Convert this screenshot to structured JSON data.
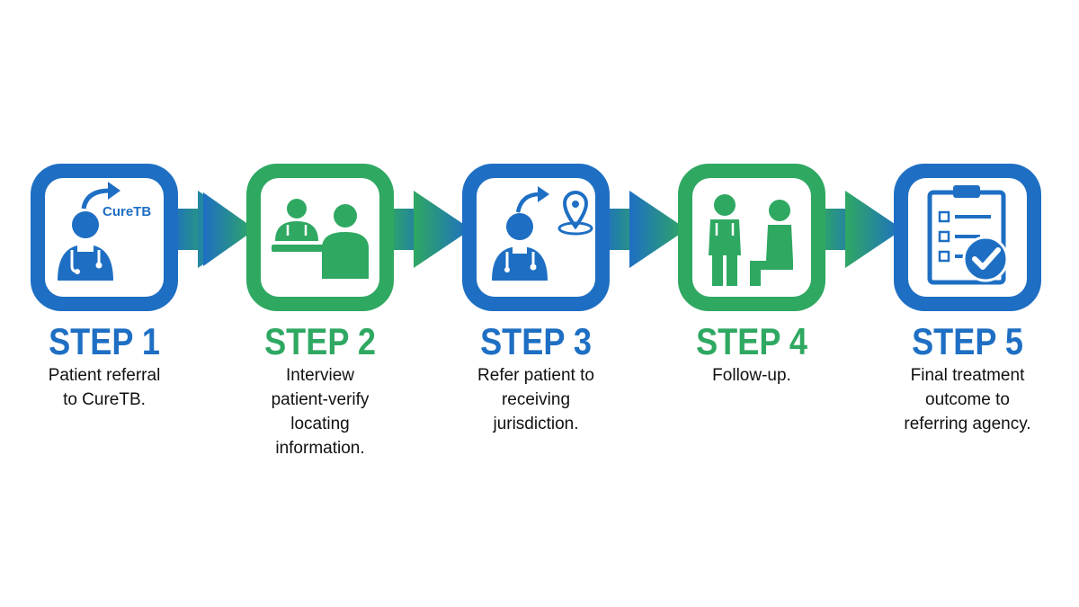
{
  "colors": {
    "blue": "#1e6fc3",
    "green": "#2fa862",
    "text": "#111111"
  },
  "steps": [
    {
      "title": "STEP 1",
      "color": "blue",
      "icon": "doctor-referral-arrow-icon",
      "icon_label": "CureTB",
      "description": [
        "Patient referral",
        "to CureTB."
      ]
    },
    {
      "title": "STEP 2",
      "color": "green",
      "icon": "doctor-interview-patient-icon",
      "description": [
        "Interview",
        "patient-verify",
        "locating",
        "information."
      ]
    },
    {
      "title": "STEP 3",
      "color": "blue",
      "icon": "doctor-location-pin-icon",
      "description": [
        "Refer patient to",
        "receiving",
        "jurisdiction."
      ]
    },
    {
      "title": "STEP 4",
      "color": "green",
      "icon": "doctor-seated-patient-icon",
      "description": [
        "Follow-up."
      ]
    },
    {
      "title": "STEP 5",
      "color": "blue",
      "icon": "clipboard-checkmark-icon",
      "description": [
        "Final treatment",
        "outcome to",
        "referring agency."
      ]
    }
  ]
}
